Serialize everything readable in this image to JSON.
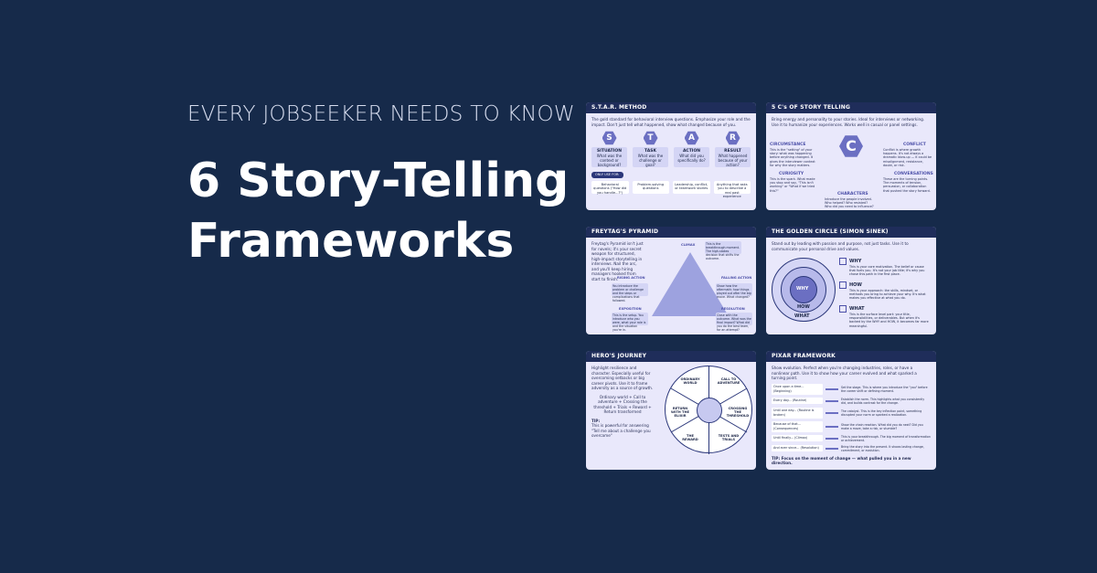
{
  "eyebrow": "EVERY JOBSEEKER NEEDS TO KNOW",
  "headline": [
    "6 Story-Telling",
    "Frameworks"
  ],
  "cards": {
    "star": {
      "title": "S.T.A.R. METHOD",
      "desc": "The gold standard for behavioral interview questions. Emphasize your role and the impact. Don't just tell what happened, show what changed because of you.",
      "items": [
        {
          "letter": "S",
          "name": "SITUATION",
          "text": "What was the context or background?"
        },
        {
          "letter": "T",
          "name": "TASK",
          "text": "What was the challenge or goal?"
        },
        {
          "letter": "A",
          "name": "ACTION",
          "text": "What did you specifically do?"
        },
        {
          "letter": "R",
          "name": "RESULT",
          "text": "What happened because of your action?"
        }
      ],
      "use_label": "ONLY USE FOR:",
      "uses": [
        "Behavioral questions (\"How did you handle...?\")",
        "Problem-solving questions",
        "Leadership, conflict, or teamwork stories",
        "Anything that asks you to describe a real past experience"
      ]
    },
    "fivec": {
      "title": "5 C's OF STORY TELLING",
      "desc": "Bring energy and personality to your stories. Ideal for interviews or networking. Use it to humanize your experiences. Works well in casual or panel settings.",
      "center": "C",
      "circumstance": "CIRCUMSTANCE",
      "circumstance_text": "This is the \"setting\" of your story: what was happening before anything changed. It gives the interviewer context for why the story matters.",
      "conflict": "CONFLICT",
      "conflict_text": "Conflict is where growth happens. It's not always a dramatic blow-up — it could be misalignment, resistance, doubt, or risk.",
      "curiosity": "CURIOSITY",
      "curiosity_text": "This is the spark. What made you stop and say, \"This isn't working\" or \"What if we tried this?\"",
      "conversations": "CONVERSATIONS",
      "conversations_text": "These are the turning points. The moments of tension, persuasion, or collaboration that pushed the story forward.",
      "characters": "CHARACTERS",
      "characters_text": "Introduce the people involved. Who helped? Who resisted? Who did you need to influence?"
    },
    "freytag": {
      "title": "FREYTAG'S PYRAMID",
      "desc": "Freytag's Pyramid isn't just for novels; it's your secret weapon for structured, high-impact storytelling in interviews. Nail the arc, and you'll keep hiring managers hooked from start to finish.",
      "climax": "CLIMAX",
      "climax_text": "This is the breakthrough moment. The high-stakes decision that shifts the outcome.",
      "rising": "RISING ACTION",
      "rising_text": "You introduce the problem or challenge and the steps or complications that followed.",
      "falling": "FALLING ACTION",
      "falling_text": "Show how the aftermath: how things played out after the big move. What changed?",
      "exposition": "EXPOSITION",
      "exposition_text": "This is the setup. You introduce who you were, what your role is and the situation you're in.",
      "resolution": "RESOLUTION",
      "resolution_text": "Close with the outcome. What was the final impact? What did you do the best team, for an attempt?"
    },
    "golden": {
      "title": "THE GOLDEN CIRCLE (SIMON SINEK)",
      "desc": "Stand out by leading with passion and purpose, not just tasks. Use it to communicate your personal drive and values.",
      "why": "WHY",
      "why_text": "This is your core motivation. The belief or cause that fuels you. It's not your job title; it's why you chose this path in the first place.",
      "how": "HOW",
      "how_text": "This is your approach: the skills, mindset, or methods you bring to achieve your why. It's what makes you effective at what you do.",
      "what": "WHAT",
      "what_text": "This is the surface level part: your title, responsibilities, or deliverables. But when it's backed by the WHY and HOW, it becomes far more meaningful."
    },
    "hero": {
      "title": "HERO'S JOURNEY",
      "desc": "Highlight resilience and character. Especially useful for overcoming setbacks or big career pivots. Use it to frame adversity as a source of growth.",
      "formula": "Ordinary world + Call to adventure + Crossing the threshold + Trials + Reward + Return transformed",
      "tip_label": "TIP:",
      "tip": "This is powerful for answering \"Tell me about a challenge you overcame\"",
      "segments": [
        "ORDINARY WORLD",
        "CALL TO ADVENTURE",
        "CROSSING THE THRESHOLD",
        "TESTS AND TRIALS",
        "THE REWARD",
        "RETURN WITH THE ELIXIR"
      ]
    },
    "pixar": {
      "title": "PIXAR FRAMEWORK",
      "desc": "Show evolution. Perfect when you're changing industries, roles, or have a nonlinear path. Use it to show how your career evolved and what sparked a turning point.",
      "rows": [
        {
          "label": "Once upon a time... (Beginning)",
          "text": "Set the stage. This is where you introduce the \"you\" before the career shift or defining moment."
        },
        {
          "label": "Every day... (Routine)",
          "text": "Establish the norm. This highlights what you consistently did, and builds contrast for the change."
        },
        {
          "label": "Until one day... (Routine is broken)",
          "text": "The catalyst. This is the key inflection point, something disrupted your norm or sparked a realization."
        },
        {
          "label": "Because of that... (Consequences)",
          "text": "Show the chain reaction. What did you do next? Did you make a move, take a risk, or stumble?"
        },
        {
          "label": "Until finally... (Climax)",
          "text": "This is your breakthrough. The big moment of transformation or achievement."
        },
        {
          "label": "And ever since... (Resolution)",
          "text": "Bring the story into the present. It shows lasting change, commitment, or evolution."
        }
      ],
      "tip": "TIP: Focus on the moment of change — what pulled you in a new direction."
    }
  }
}
